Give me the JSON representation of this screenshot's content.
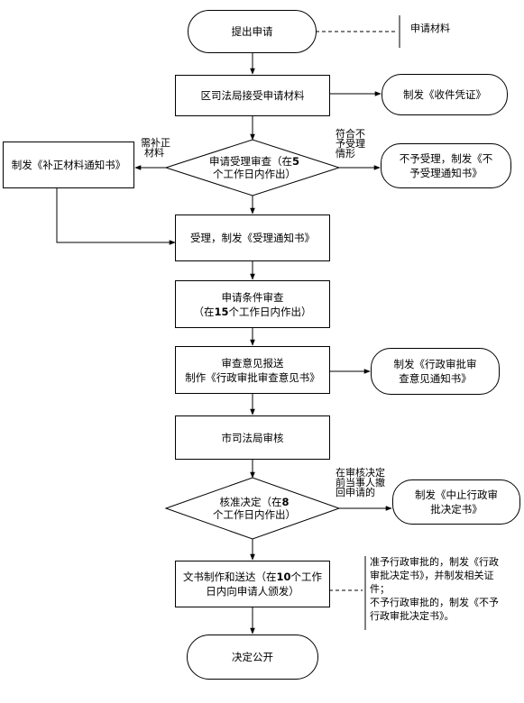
{
  "nodes": {
    "submit": "提出申请",
    "materials_note": "申请材料",
    "receive": "区司法局接受申请材料",
    "receipt": "制发《收件凭证》",
    "acceptance_review": [
      "申请受理审查（在",
      "5",
      "个工作日内作出）"
    ],
    "supplement_notice": "制发《补正材料通知书》",
    "not_accepted": [
      "不予受理，制发《不",
      "予受理通知书》"
    ],
    "accept": "受理，制发《受理通知书》",
    "condition_review": [
      "申请条件审查",
      "（在",
      "15",
      "个工作日内作出）"
    ],
    "opinion_submit": [
      "审查意见报送",
      "制作《行政审批审查意见书》"
    ],
    "opinion_notice": [
      "制发《行政审批审",
      "查意见通知书》"
    ],
    "city_review": "市司法局审核",
    "approval_decision": [
      "核准决定（在",
      "8",
      "个工作日内作出）"
    ],
    "suspend_notice": [
      "制发《中止行政审",
      "批决定书》"
    ],
    "document_delivery": [
      "文书制作和送达（在",
      "10",
      "个工作",
      "日内向申请人颁发）"
    ],
    "outcome_note": [
      "准予行政审批的，制发《行政",
      "审批决定书》，并制发相关证",
      "件；",
      "不予行政审批的，制发《不予",
      "行政审批决定书》。"
    ],
    "publish": "决定公开"
  },
  "edge_labels": {
    "needs_supplement": [
      "需补正",
      "材料"
    ],
    "not_qualified": [
      "符合不",
      "予受理",
      "情形"
    ],
    "withdrawn": [
      "在审核决定",
      "前当事人撤",
      "回申请的"
    ]
  }
}
